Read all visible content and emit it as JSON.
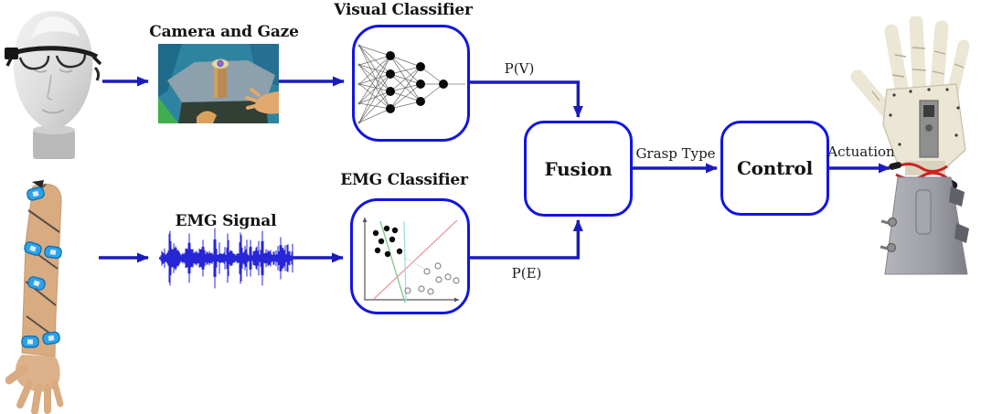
{
  "figure": {
    "visual_pipeline": {
      "input_label": "Camera and Gaze",
      "classifier_title": "Visual Classifier",
      "output_probability_label": "P(V)"
    },
    "emg_pipeline": {
      "signal_label": "EMG Signal",
      "classifier_title": "EMG Classifier",
      "output_probability_label": "P(E)"
    },
    "fusion_node": {
      "label": "Fusion"
    },
    "control_node": {
      "label": "Control"
    },
    "edge_labels": {
      "fusion_to_control": "Grasp Type",
      "control_to_hand": "Actuation"
    },
    "colors": {
      "box_border": "#1215e0",
      "arrow": "#1b1bbe",
      "waveform": "#2626d6",
      "background": "#ffffff"
    }
  }
}
